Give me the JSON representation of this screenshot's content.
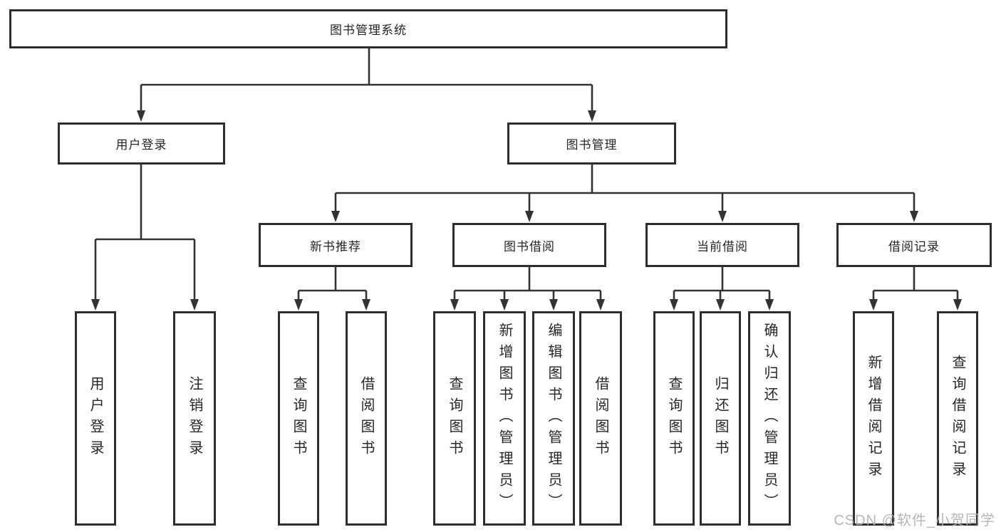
{
  "diagram": {
    "type": "hierarchy-tree",
    "root": {
      "label": "图书管理系统",
      "children": [
        {
          "label": "用户登录",
          "children": [
            {
              "label": "用户登录"
            },
            {
              "label": "注销登录"
            }
          ]
        },
        {
          "label": "图书管理",
          "children": [
            {
              "label": "新书推荐",
              "children": [
                {
                  "label": "查询图书"
                },
                {
                  "label": "借阅图书"
                }
              ]
            },
            {
              "label": "图书借阅",
              "children": [
                {
                  "label": "查询图书"
                },
                {
                  "label": "新增图书（管理员）"
                },
                {
                  "label": "编辑图书（管理员）"
                },
                {
                  "label": "借阅图书"
                }
              ]
            },
            {
              "label": "当前借阅",
              "children": [
                {
                  "label": "查询图书"
                },
                {
                  "label": "归还图书"
                },
                {
                  "label": "确认归还（管理员）"
                }
              ]
            },
            {
              "label": "借阅记录",
              "children": [
                {
                  "label": "新增借阅记录"
                },
                {
                  "label": "查询借阅记录"
                }
              ]
            }
          ]
        }
      ]
    },
    "colors": {
      "line": "#333333",
      "box_border": "#2e2e2e",
      "box_fill": "#ffffff",
      "text": "#262626",
      "background": "#ffffff",
      "watermark": "#afafaf"
    }
  },
  "watermark": {
    "text": "CSDN @软件_小贺同学"
  }
}
